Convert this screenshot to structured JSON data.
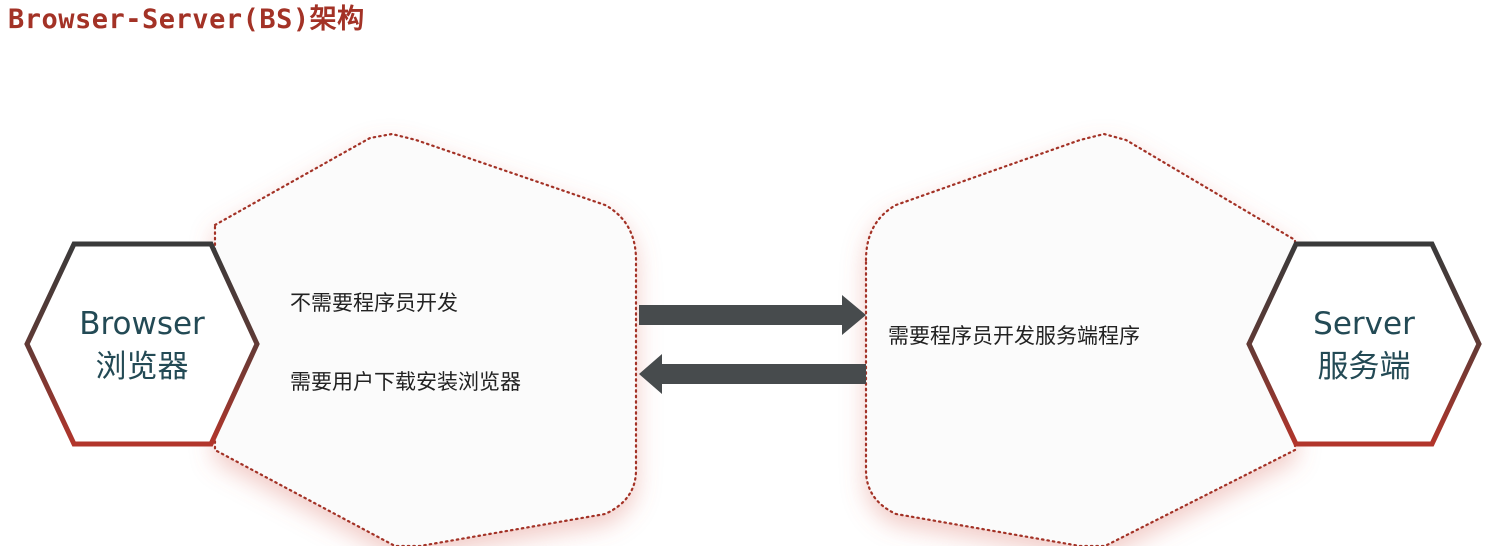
{
  "title": "Browser-Server(BS)架构",
  "colors": {
    "title": "#a33226",
    "hexagon_edge_dark": "#3a3a3a",
    "hexagon_edge_red": "#b2352b",
    "dotted_outline": "#a33226",
    "arrow": "#474b4d",
    "node_text": "#234a55"
  },
  "browser": {
    "title_en": "Browser",
    "title_cn": "浏览器",
    "notes": [
      "不需要程序员开发",
      "需要用户下载安装浏览器"
    ]
  },
  "server": {
    "title_en": "Server",
    "title_cn": "服务端",
    "notes": [
      "需要程序员开发服务端程序"
    ]
  },
  "arrows": [
    {
      "direction": "right"
    },
    {
      "direction": "left"
    }
  ]
}
